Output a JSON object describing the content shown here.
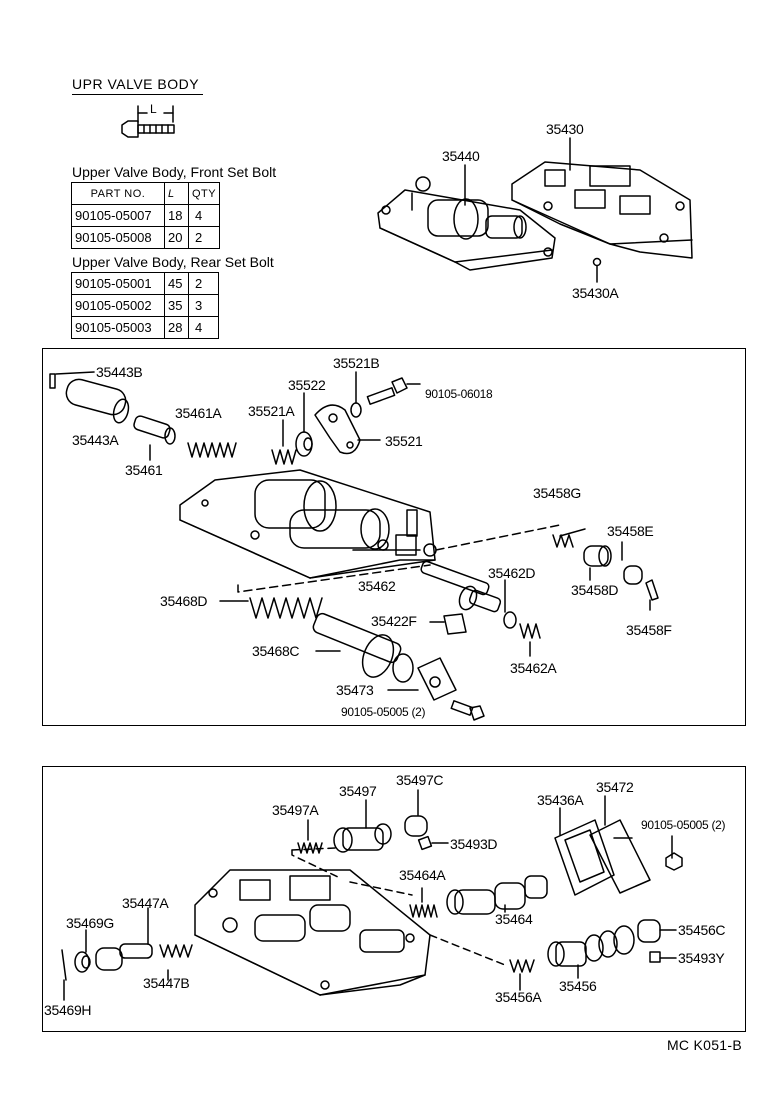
{
  "section_title": "UPR VALVE BODY",
  "bolt_dimension_label": "L",
  "front_bolt_caption": "Upper Valve Body, Front Set Bolt",
  "rear_bolt_caption": "Upper Valve Body, Rear Set Bolt",
  "table_headers": [
    "PART NO.",
    "L",
    "QTY"
  ],
  "front_bolts": [
    {
      "part_no": "90105-05007",
      "l": "18",
      "qty": "4"
    },
    {
      "part_no": "90105-05008",
      "l": "20",
      "qty": "2"
    }
  ],
  "rear_bolts": [
    {
      "part_no": "90105-05001",
      "l": "45",
      "qty": "2"
    },
    {
      "part_no": "90105-05002",
      "l": "35",
      "qty": "3"
    },
    {
      "part_no": "90105-05003",
      "l": "28",
      "qty": "4"
    }
  ],
  "top_labels": {
    "p35430": "35430",
    "p35440": "35440",
    "p35430A": "35430A"
  },
  "panel1_labels": {
    "p35443B": "35443B",
    "p35443A": "35443A",
    "p35461": "35461",
    "p35461A": "35461A",
    "p35521A": "35521A",
    "p35522": "35522",
    "p35521B": "35521B",
    "bolt_06018": "90105-06018",
    "p35521": "35521",
    "p35458G": "35458G",
    "p35458E": "35458E",
    "p35458D": "35458D",
    "p35458F": "35458F",
    "p35462": "35462",
    "p35462D": "35462D",
    "p35462A": "35462A",
    "p35468D": "35468D",
    "p35422F": "35422F",
    "p35468C": "35468C",
    "p35473": "35473",
    "bolt_05005_2": "90105-05005 (2)"
  },
  "panel2_labels": {
    "p35497C": "35497C",
    "p35497": "35497",
    "p35497A": "35497A",
    "p35493D": "35493D",
    "p35472": "35472",
    "p35436A": "35436A",
    "bolt_05005_2": "90105-05005 (2)",
    "p35464A": "35464A",
    "p35464": "35464",
    "p35456C": "35456C",
    "p35493Y": "35493Y",
    "p35456A": "35456A",
    "p35456": "35456",
    "p35447A": "35447A",
    "p35469G": "35469G",
    "p35447B": "35447B",
    "p35469H": "35469H"
  },
  "footer_code": "MC  K051-B"
}
